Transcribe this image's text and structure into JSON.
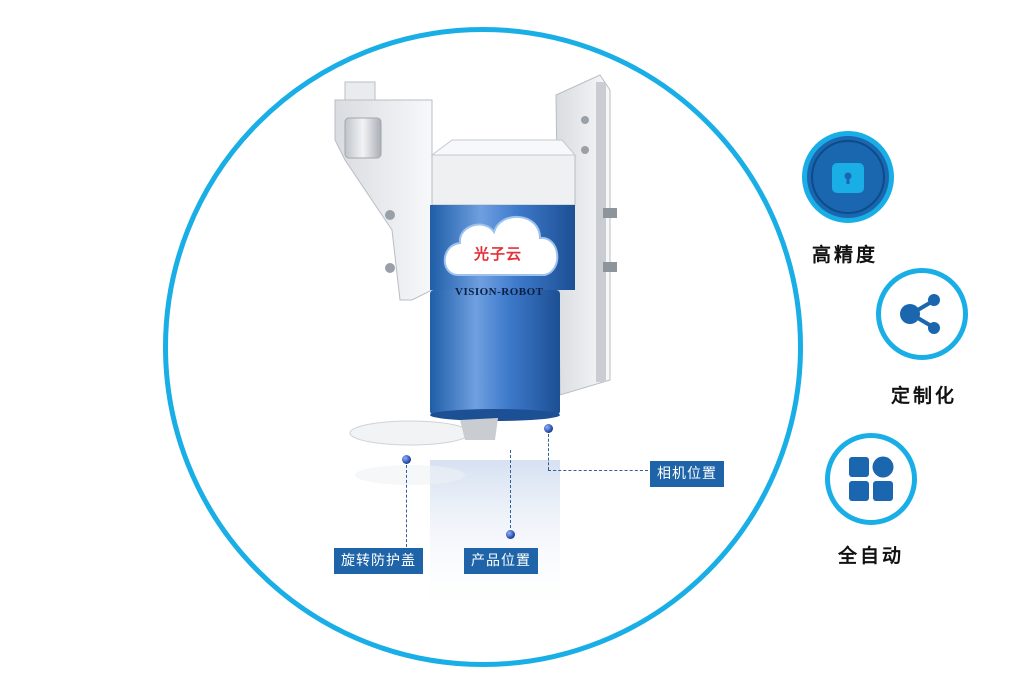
{
  "product": {
    "logo_text": "光子云",
    "brand_band": "VISION-ROBOT"
  },
  "callouts": {
    "camera_position": "相机位置",
    "rotating_cover": "旋转防护盖",
    "product_position": "产品位置"
  },
  "features": [
    {
      "label": "高精度",
      "icon": "lock-icon"
    },
    {
      "label": "定制化",
      "icon": "share-icon"
    },
    {
      "label": "全自动",
      "icon": "grid-apps-icon"
    }
  ],
  "colors": {
    "ring": "#19aee6",
    "label_bg": "#1f64a8",
    "icon_blue": "#1a67b0"
  }
}
